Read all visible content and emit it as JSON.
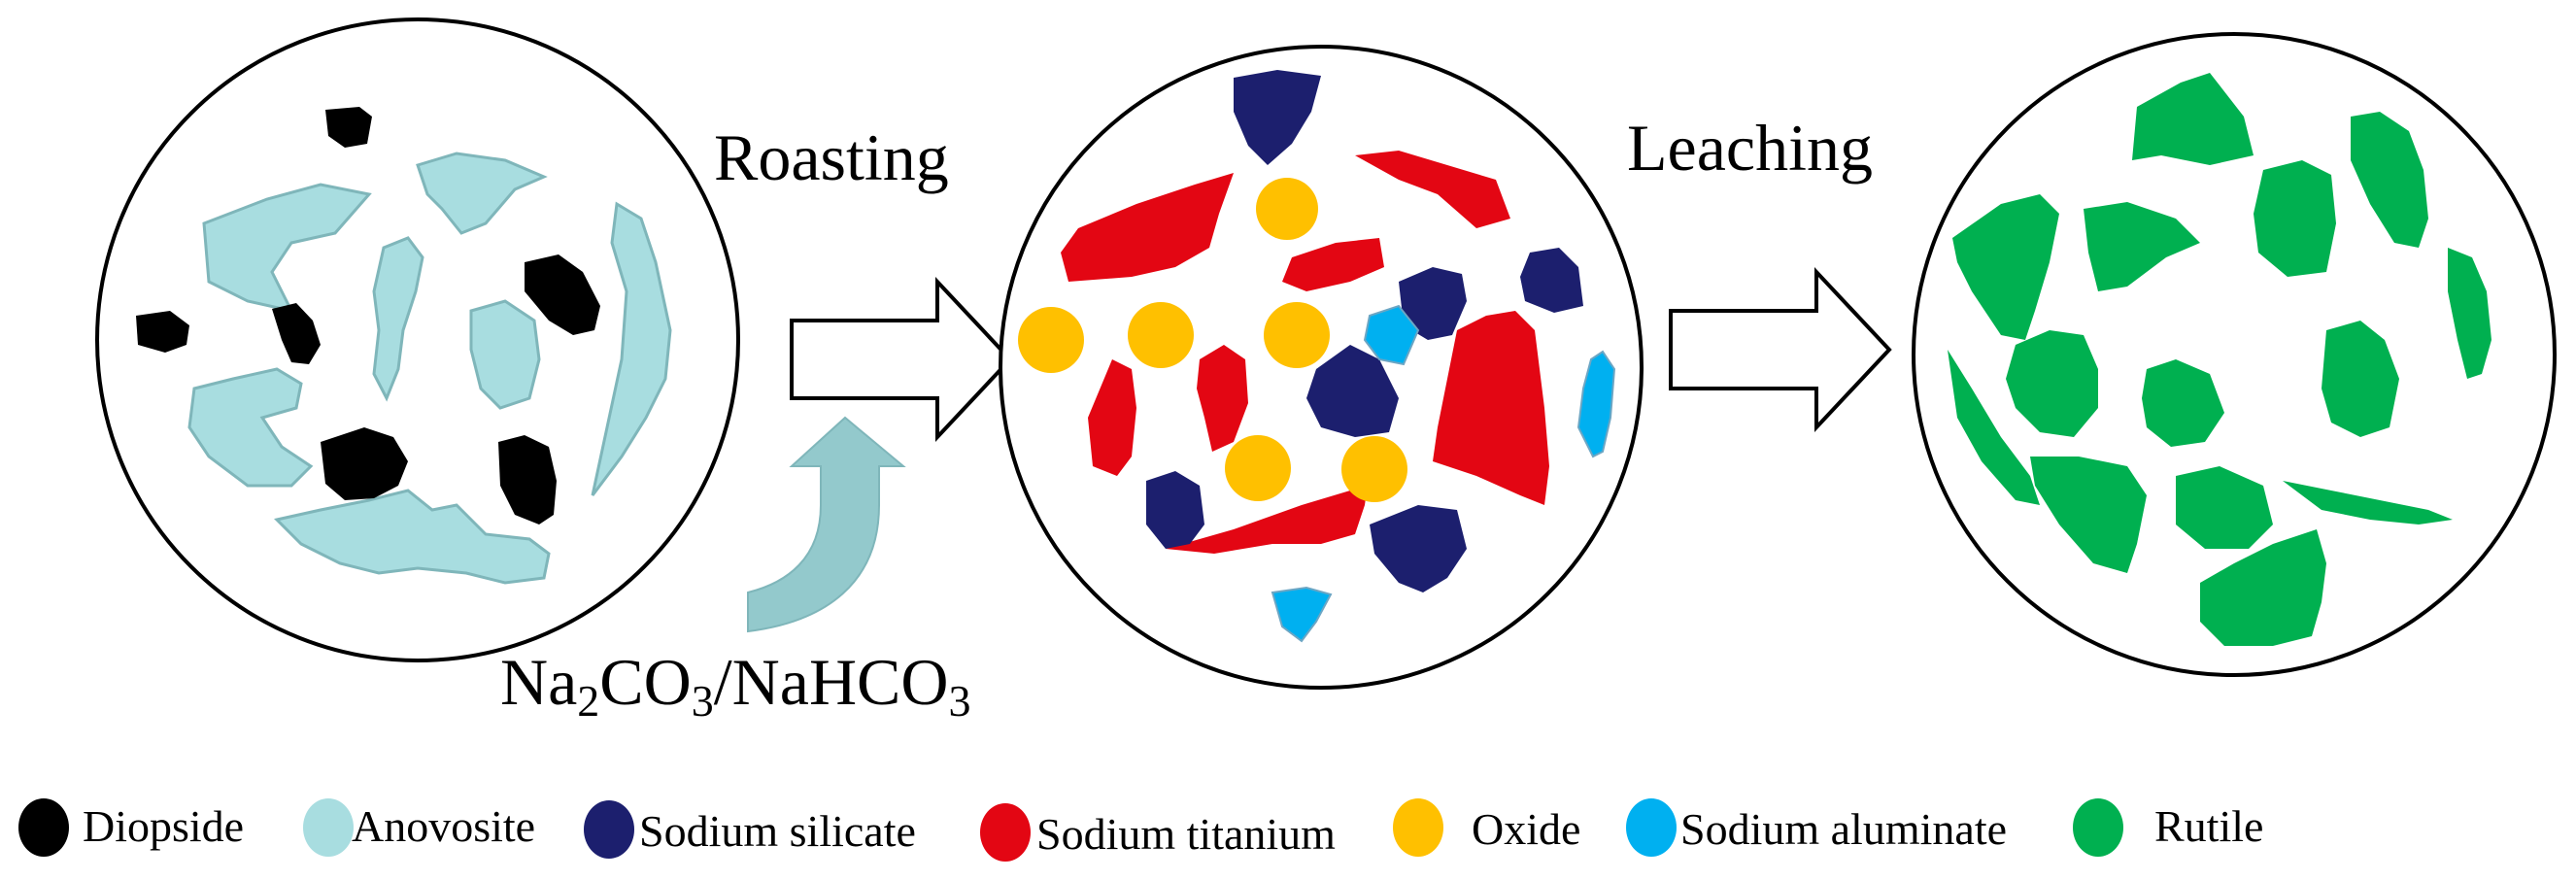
{
  "steps": {
    "roasting": "Roasting",
    "leaching": "Leaching"
  },
  "reagent": {
    "part1": "Na",
    "sub1": "2",
    "part2": "CO",
    "sub2": "3",
    "part3": "/NaHCO",
    "sub3": "3"
  },
  "legend": [
    {
      "label": "Diopside",
      "color": "#000000"
    },
    {
      "label": "Anovosite",
      "color": "#a8dde0"
    },
    {
      "label": "Sodium silicate",
      "color": "#1c1f6e"
    },
    {
      "label": "Sodium titanium",
      "color": "#e30613"
    },
    {
      "label": "Oxide",
      "color": "#ffc000"
    },
    {
      "label": "Sodium aluminate",
      "color": "#00b0f0"
    },
    {
      "label": "Rutile",
      "color": "#00b050"
    }
  ],
  "colors": {
    "diopside": "#000000",
    "anovosite": "#a8dde0",
    "anovosite_edge": "#7fb6ba",
    "sodium_silicate": "#1c1f6e",
    "sodium_titanium": "#e30613",
    "oxide": "#ffc000",
    "sodium_aluminate": "#00b0f0",
    "aluminate_edge": "#6ca6c4",
    "rutile": "#00b050",
    "curved_arrow": "#93c9cc"
  }
}
